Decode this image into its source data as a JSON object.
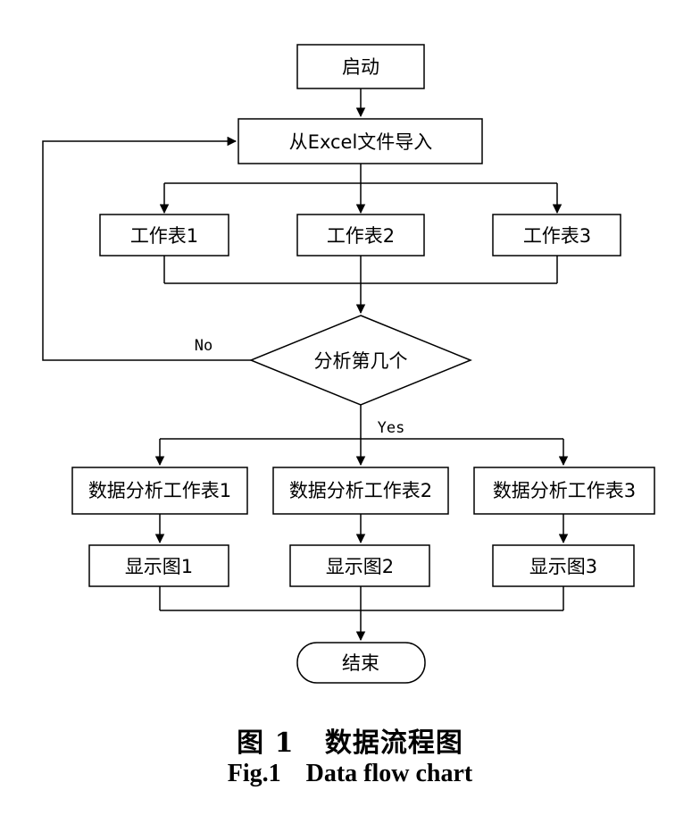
{
  "nodes": {
    "start": "启动",
    "import": "从Excel文件导入",
    "sheet1": "工作表1",
    "sheet2": "工作表2",
    "sheet3": "工作表3",
    "decision": "分析第几个",
    "analyze1": "数据分析工作表1",
    "analyze2": "数据分析工作表2",
    "analyze3": "数据分析工作表3",
    "show1": "显示图1",
    "show2": "显示图2",
    "show3": "显示图3",
    "end": "结束"
  },
  "edges": {
    "no_label": "No",
    "yes_label": "Yes"
  },
  "caption": {
    "cn": "图 1   数据流程图",
    "en": "Fig.1    Data flow chart"
  }
}
